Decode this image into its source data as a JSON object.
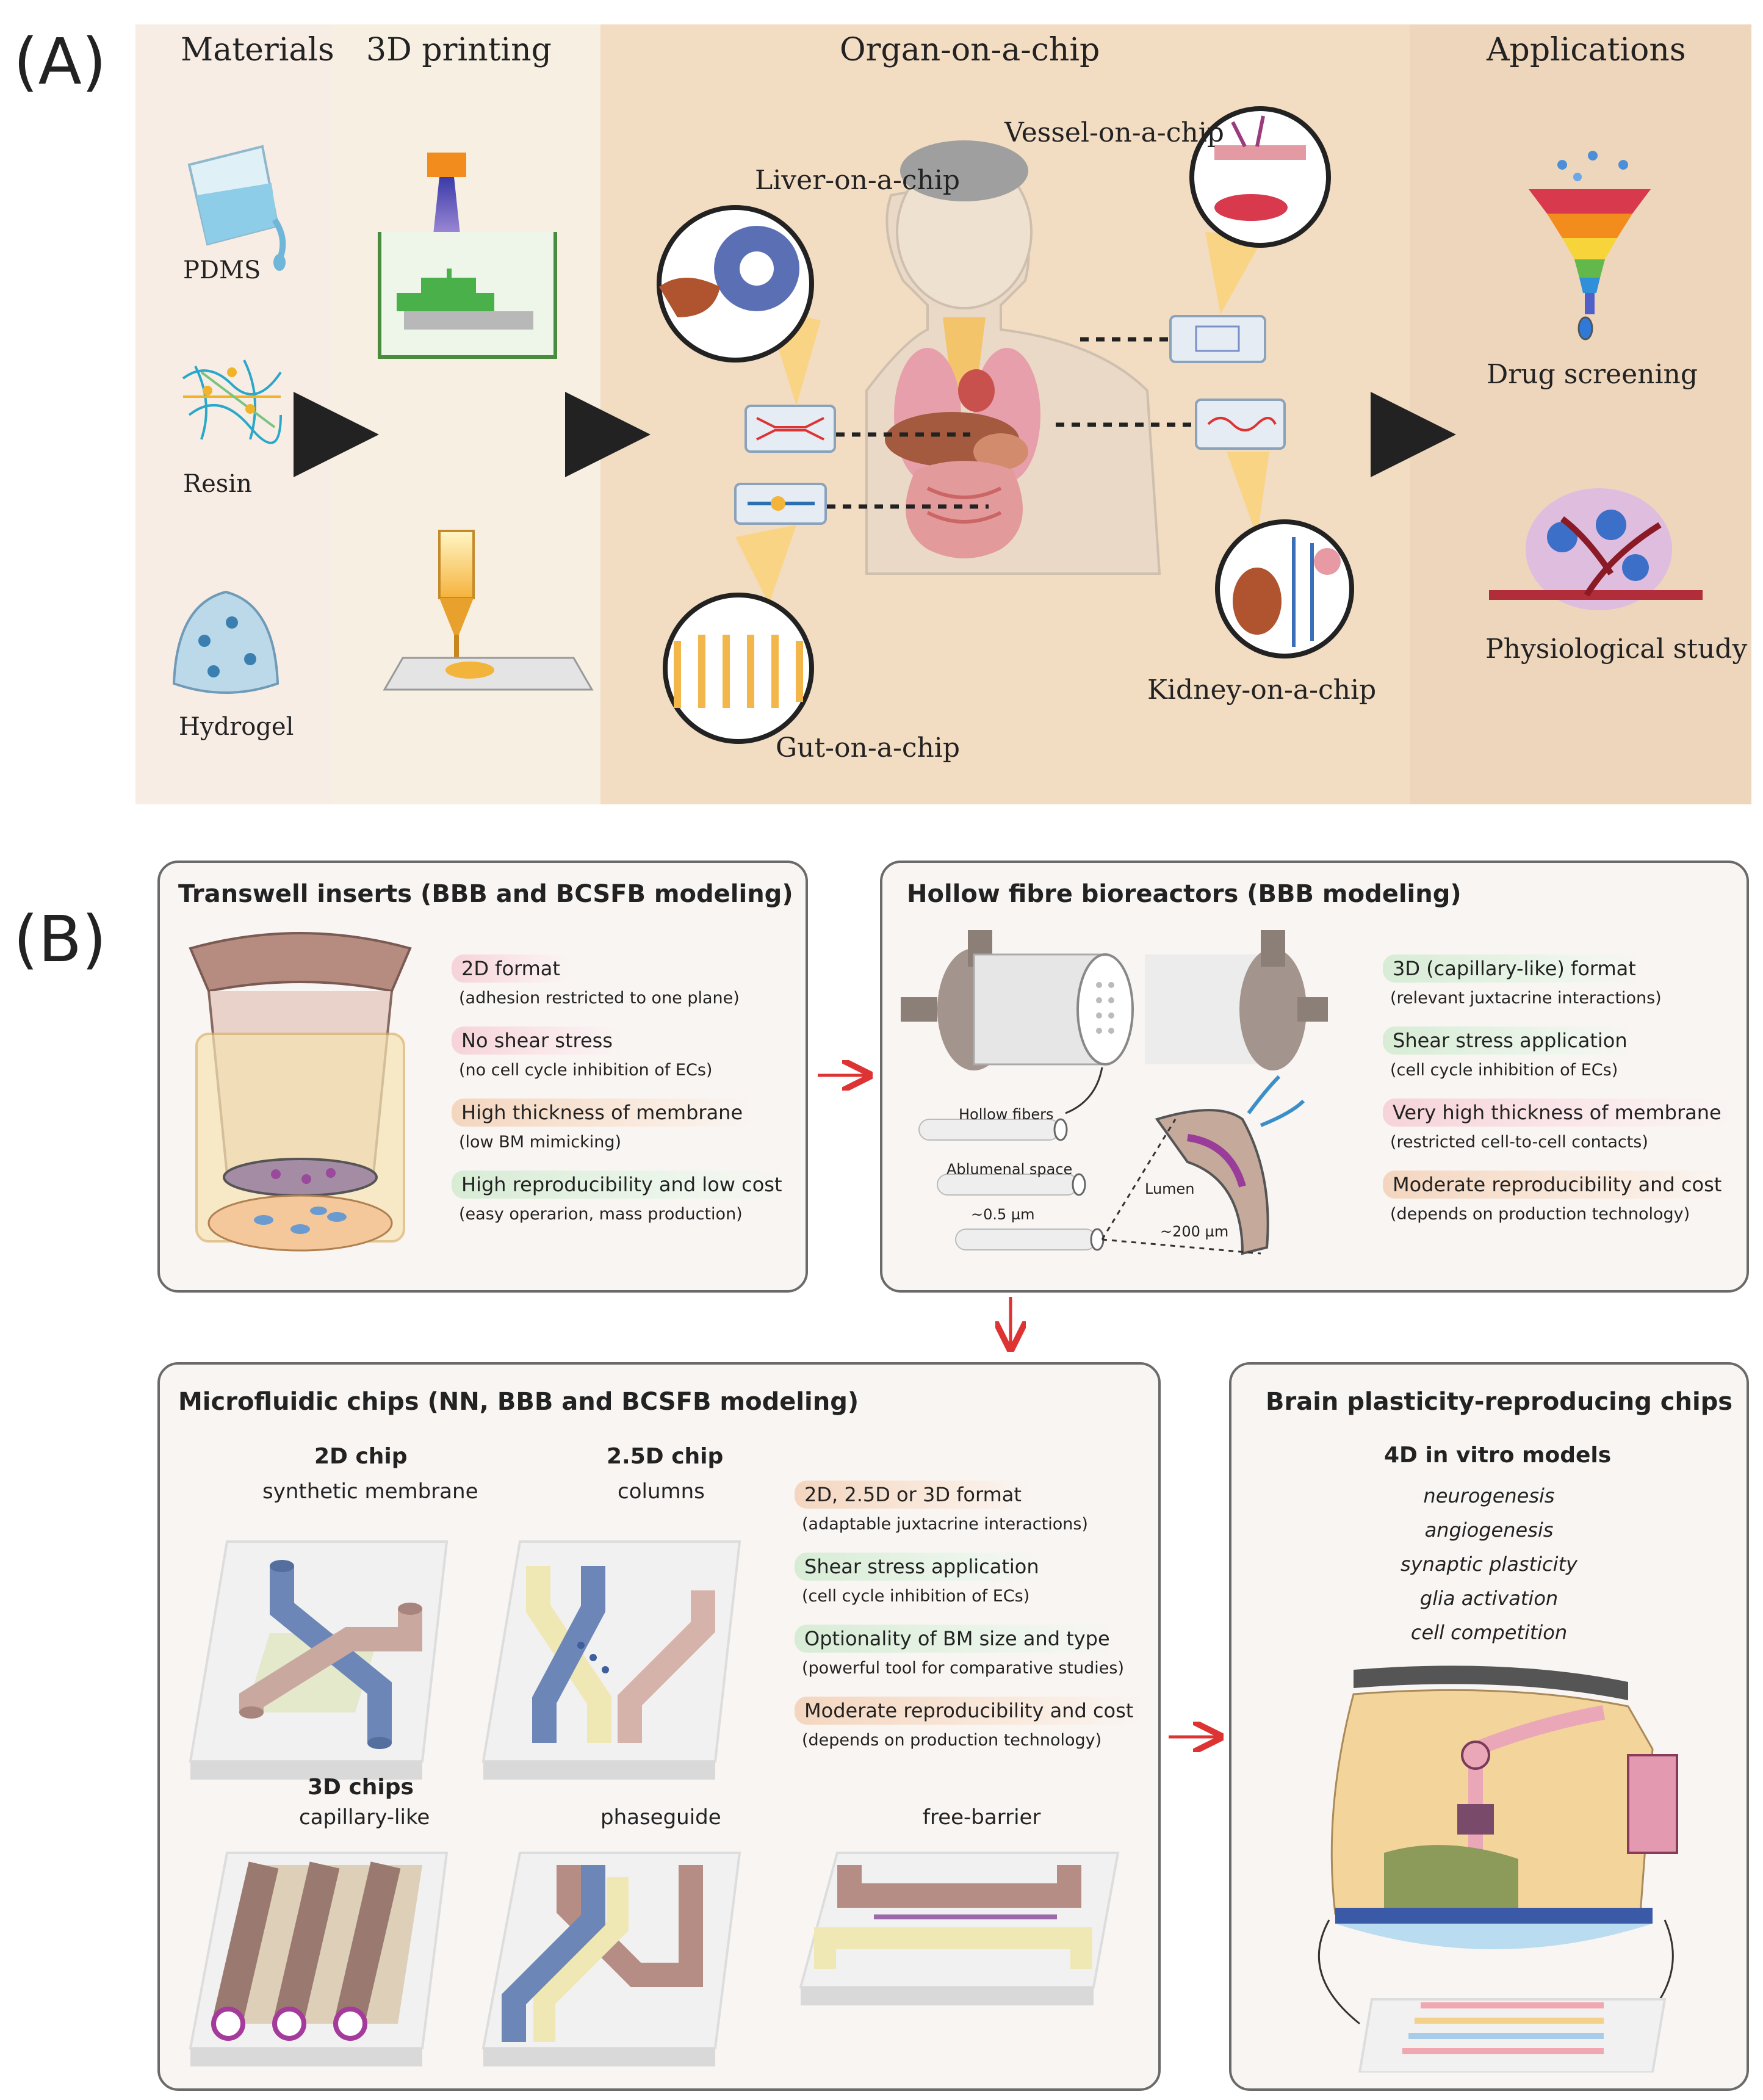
{
  "panel_a": {
    "letter": "(A)",
    "columns": {
      "materials": "Materials",
      "printing": "3D printing",
      "organ": "Organ-on-a-chip",
      "applications": "Applications"
    },
    "materials": [
      "PDMS",
      "Resin",
      "Hydrogel"
    ],
    "organs": {
      "liver": "Liver-on-a-chip",
      "vessel": "Vessel-on-a-chip",
      "gut": "Gut-on-a-chip",
      "kidney": "Kidney-on-a-chip"
    },
    "applications": [
      "Drug screening",
      "Physiological study"
    ]
  },
  "panel_b": {
    "letter": "(B)",
    "transwell": {
      "title": "Transwell inserts (BBB and BCSFB modeling)",
      "features": [
        {
          "label": "2D format",
          "sub": "(adhesion restricted to one plane)",
          "tone": "pink"
        },
        {
          "label": "No shear stress",
          "sub": "(no cell cycle inhibition of ECs)",
          "tone": "pink"
        },
        {
          "label": "High thickness of membrane",
          "sub": "(low BM mimicking)",
          "tone": "orange"
        },
        {
          "label": "High reproducibility and low cost",
          "sub": "(easy operarion, mass production)",
          "tone": "green"
        }
      ]
    },
    "hollow": {
      "title": "Hollow fibre bioreactors (BBB modeling)",
      "labels": {
        "fibers": "Hollow fibers",
        "space": "Ablumenal space",
        "size1": "~0.5 µm",
        "lumen": "Lumen",
        "size2": "~200 µm"
      },
      "features": [
        {
          "label": "3D (capillary-like) format",
          "sub": "(relevant juxtacrine interactions)",
          "tone": "green"
        },
        {
          "label": "Shear stress application",
          "sub": "(cell cycle inhibition of ECs)",
          "tone": "green"
        },
        {
          "label": "Very high thickness of membrane",
          "sub": "(restricted cell-to-cell contacts)",
          "tone": "pink"
        },
        {
          "label": "Moderate reproducibility and cost",
          "sub": "(depends on production technology)",
          "tone": "orange"
        }
      ]
    },
    "microfluidic": {
      "title": "Microfluidic chips (NN, BBB and BCSFB modeling)",
      "chip2d": {
        "head": "2D chip",
        "sub": "synthetic membrane"
      },
      "chip25d": {
        "head": "2.5D chip",
        "sub": "columns"
      },
      "chip3d": {
        "head": "3D chips",
        "subs": [
          "capillary-like",
          "phaseguide",
          "free-barrier"
        ]
      },
      "features": [
        {
          "label": "2D, 2.5D or 3D format",
          "sub": "(adaptable juxtacrine interactions)",
          "tone": "orange"
        },
        {
          "label": "Shear stress application",
          "sub": "(cell cycle inhibition of ECs)",
          "tone": "green"
        },
        {
          "label": "Optionality of BM size and type",
          "sub": "(powerful tool for comparative studies)",
          "tone": "green"
        },
        {
          "label": "Moderate reproducibility and cost",
          "sub": "(depends on production technology)",
          "tone": "orange"
        }
      ]
    },
    "plasticity": {
      "title": "Brain plasticity-reproducing chips",
      "head": "4D in vitro models",
      "items": [
        "neurogenesis",
        "angiogenesis",
        "synaptic plasticity",
        "glia activation",
        "cell competition"
      ]
    }
  }
}
